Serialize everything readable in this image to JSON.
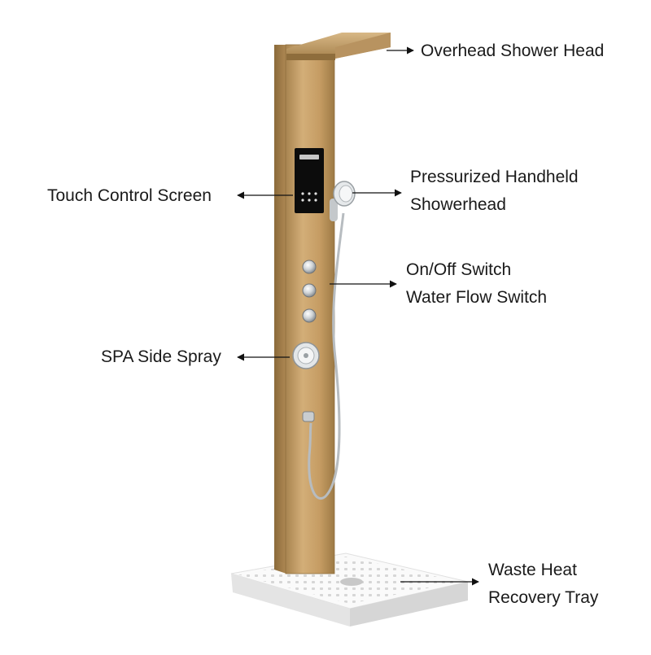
{
  "labels": {
    "overhead": {
      "lines": [
        "Overhead Shower Head"
      ]
    },
    "touch": {
      "lines": [
        "Touch Control Screen"
      ]
    },
    "handheld": {
      "lines": [
        "Pressurized Handheld",
        "Showerhead"
      ]
    },
    "switch": {
      "lines": [
        "On/Off Switch",
        "Water Flow Switch"
      ]
    },
    "spa": {
      "lines": [
        "SPA Side Spray"
      ]
    },
    "tray": {
      "lines": [
        "Waste Heat",
        "Recovery Tray"
      ]
    }
  },
  "colors": {
    "panel": "#c9a26a",
    "panel_dark": "#9c7840",
    "screen": "#0c0c0c",
    "chrome": "#d9dde0",
    "tray": "#f2f2f2",
    "arrow": "#111111",
    "text": "#1a1a1a"
  }
}
